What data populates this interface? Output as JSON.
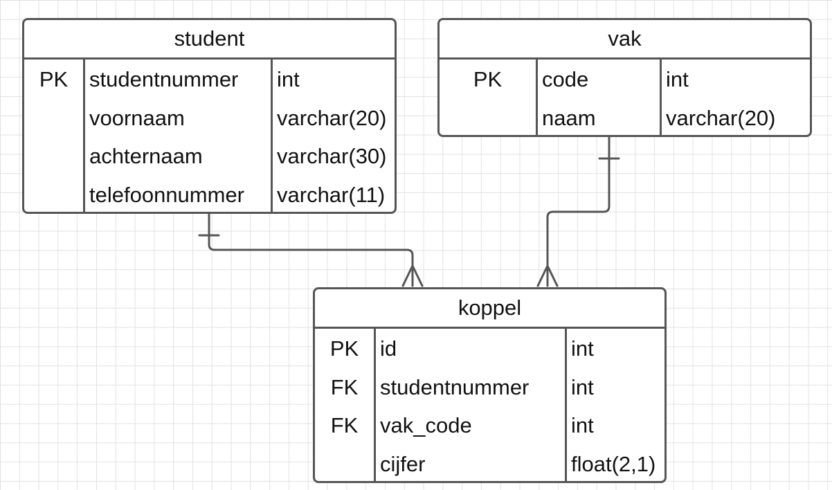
{
  "entities": {
    "student": {
      "title": "student",
      "rows": [
        {
          "key": "PK",
          "name": "studentnummer",
          "type": "int"
        },
        {
          "key": "",
          "name": "voornaam",
          "type": "varchar(20)"
        },
        {
          "key": "",
          "name": "achternaam",
          "type": "varchar(30)"
        },
        {
          "key": "",
          "name": "telefoonnummer",
          "type": "varchar(11)"
        }
      ]
    },
    "vak": {
      "title": "vak",
      "rows": [
        {
          "key": "PK",
          "name": "code",
          "type": "int"
        },
        {
          "key": "",
          "name": "naam",
          "type": "varchar(20)"
        }
      ]
    },
    "koppel": {
      "title": "koppel",
      "rows": [
        {
          "key": "PK",
          "name": "id",
          "type": "int"
        },
        {
          "key": "FK",
          "name": "studentnummer",
          "type": "int"
        },
        {
          "key": "FK",
          "name": "vak_code",
          "type": "int"
        },
        {
          "key": "",
          "name": "cijfer",
          "type": "float(2,1)"
        }
      ]
    }
  },
  "relationships": [
    {
      "from": "student",
      "to": "koppel",
      "from_cardinality": "one",
      "to_cardinality": "many"
    },
    {
      "from": "vak",
      "to": "koppel",
      "from_cardinality": "one",
      "to_cardinality": "many"
    }
  ],
  "colors": {
    "line": "#555555",
    "grid": "#e2e2e2",
    "background": "#ffffff",
    "text": "#111111"
  }
}
